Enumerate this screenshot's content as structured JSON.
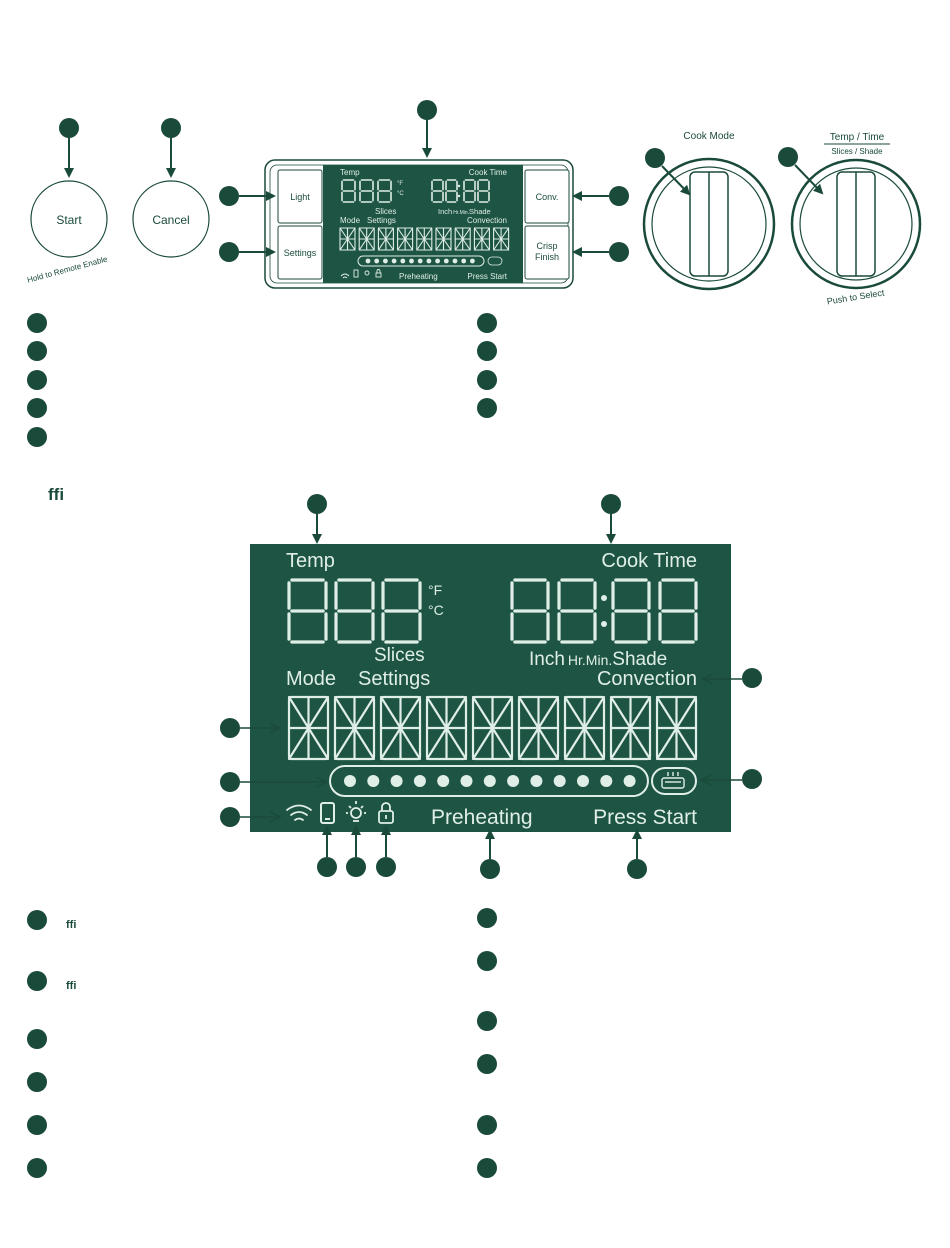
{
  "colors": {
    "accent": "#1a4a3a",
    "lcd_bg": "#1e5443",
    "lcd_fg": "#dfeee7"
  },
  "controls": {
    "start": "Start",
    "start_caption": "Hold to Remote Enable",
    "cancel": "Cancel",
    "light": "Light",
    "settings": "Settings",
    "conv": "Conv.",
    "crisp_line1": "Crisp",
    "crisp_line2": "Finish",
    "cook_mode": "Cook Mode",
    "temp_time": "Temp / Time",
    "slices_shade": "Slices / Shade",
    "push_to_select": "Push to Select"
  },
  "heading_ligature_1": "ffi",
  "display": {
    "temp": "Temp",
    "cook_time": "Cook Time",
    "unit_f": "°F",
    "unit_c": "°C",
    "slices": "Slices",
    "mode": "Mode",
    "settings": "Settings",
    "inch": "Inch",
    "hr_min": "Hr.Min.",
    "shade": "Shade",
    "convection": "Convection",
    "preheating": "Preheating",
    "press_start": "Press Start"
  },
  "legend_ligature_1": "ffi",
  "legend_ligature_2": "ffi"
}
